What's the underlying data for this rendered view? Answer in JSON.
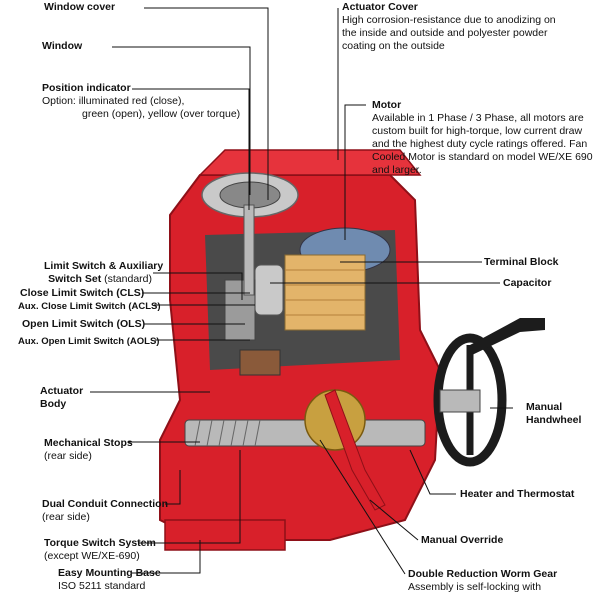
{
  "labels": {
    "window_cover": "Window cover",
    "window": "Window",
    "position_indicator": "Position indicator",
    "position_indicator_desc1": "Option: illuminated red (close),",
    "position_indicator_desc2": "green (open), yellow (over torque)",
    "actuator_cover": "Actuator Cover",
    "actuator_cover_desc1": "High corrosion-resistance due to anodizing on",
    "actuator_cover_desc2": "the inside and outside and polyester powder",
    "actuator_cover_desc3": "coating on the outside",
    "motor": "Motor",
    "motor_desc1": "Available in 1 Phase / 3 Phase, all motors are",
    "motor_desc2": "custom built for high-torque, low current draw",
    "motor_desc3": "and the highest duty cycle ratings offered. Fan",
    "motor_desc4": "Cooled Motor is standard on model WE/XE 690",
    "motor_desc5": "and larger.",
    "limit_switch_1": "Limit Switch & Auxiliary",
    "limit_switch_2": "Switch Set",
    "limit_switch_std": "(standard)",
    "close_limit": "Close Limit Switch (CLS)",
    "aux_close_limit": "Aux. Close Limit Switch (ACLS)",
    "open_limit": "Open Limit Switch (OLS)",
    "aux_open_limit": "Aux. Open Limit Switch (AOLS)",
    "terminal_block": "Terminal Block",
    "capacitor": "Capacitor",
    "actuator_body_1": "Actuator",
    "actuator_body_2": "Body",
    "manual_handwheel_1": "Manual",
    "manual_handwheel_2": "Handwheel",
    "mechanical_stops": "Mechanical Stops",
    "mechanical_stops_desc": "(rear side)",
    "heater_thermostat": "Heater and Thermostat",
    "dual_conduit": "Dual Conduit Connection",
    "dual_conduit_desc": "(rear side)",
    "manual_override": "Manual Override",
    "torque_switch": "Torque Switch System",
    "torque_switch_desc": "(except WE/XE-690)",
    "mounting_base": "Easy Mounting Base",
    "mounting_base_desc": "ISO 5211 standard",
    "worm_gear": "Double Reduction Worm Gear",
    "worm_gear_desc": "Assembly is self-locking with"
  },
  "colors": {
    "body_red": "#d8202a",
    "body_dark": "#8e1018",
    "metal": "#b9b9b9",
    "handwheel": "#1c1c1c"
  }
}
